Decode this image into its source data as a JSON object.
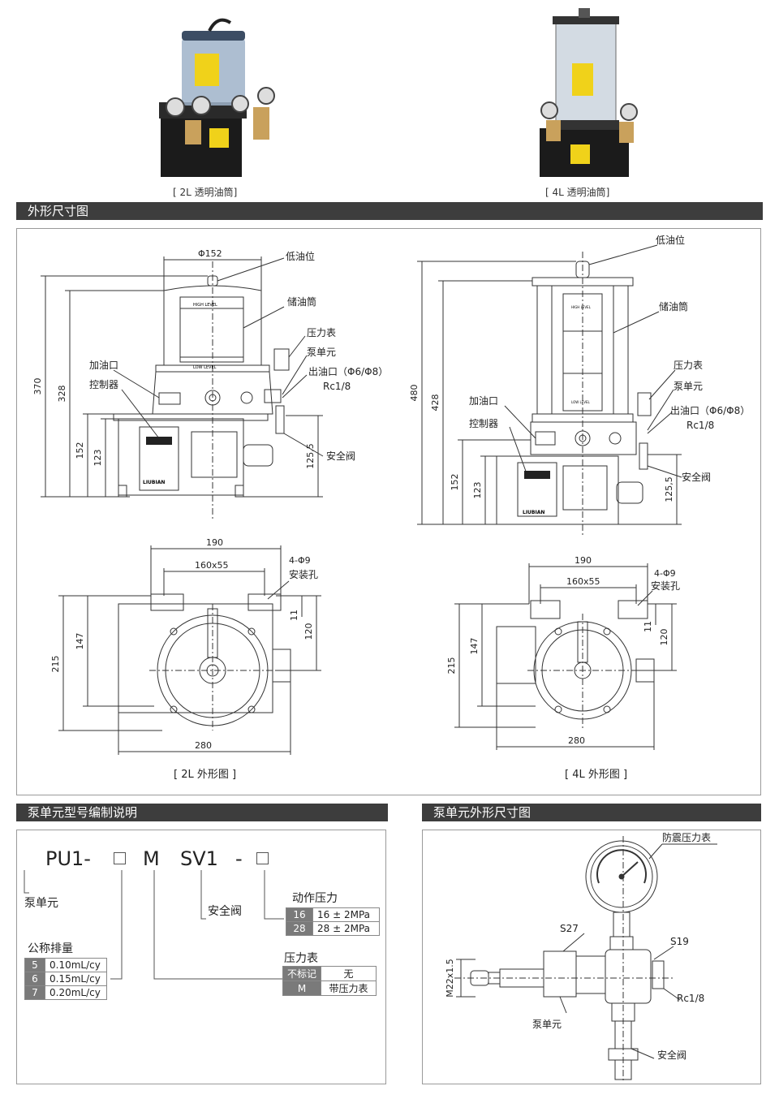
{
  "photos": {
    "left_caption": "[ 2L 透明油筒]",
    "right_caption": "[ 4L 透明油筒]"
  },
  "sections": {
    "dimensions": "外形尺寸图",
    "coding": "泵单元型号编制说明",
    "pump_dims": "泵单元外形尺寸图"
  },
  "front_2l": {
    "d_top": "Φ152",
    "h_total": "370",
    "h_328": "328",
    "h_152": "152",
    "h_123": "123",
    "h_125_5": "125,5",
    "low_level": "低油位",
    "reservoir": "储油筒",
    "gauge": "压力表",
    "pump_unit": "泵单元",
    "outlet": "出油口（Φ6/Φ8）",
    "rc": "Rc1/8",
    "safety": "安全阀",
    "inlet": "加油口",
    "controller": "控制器",
    "high_level_txt": "HIGH LEVEL",
    "low_level_txt": "LOW LEVEL",
    "brand": "LIUBIAN"
  },
  "front_4l": {
    "low_level": "低油位",
    "reservoir": "储油筒",
    "gauge": "压力表",
    "pump_unit": "泵单元",
    "outlet": "出油口（Φ6/Φ8）",
    "rc": "Rc1/8",
    "safety": "安全阀",
    "inlet": "加油口",
    "controller": "控制器",
    "h_total": "480",
    "h_428": "428",
    "h_152": "152",
    "h_123": "123",
    "h_125_5": "125,5",
    "high_level_txt": "HIGH LEVEL",
    "low_level_txt": "LOW LEVEL",
    "brand": "LIUBIAN"
  },
  "top_view": {
    "w190": "190",
    "w160": "160x55",
    "holes": "4-Φ9",
    "holes_label": "安装孔",
    "h11": "11",
    "h120": "120",
    "h147": "147",
    "h215": "215",
    "w280": "280",
    "cap_2l": "[  2L 外形图  ]",
    "cap_4l": "[  4L 外形图  ]"
  },
  "coding": {
    "pu1": "PU1-",
    "m": "M",
    "sv1": "SV1",
    "dash": "-",
    "pump_unit": "泵单元",
    "safety": "安全阀",
    "displacement_title": "公称排量",
    "displacement": [
      {
        "k": "5",
        "v": "0.10mL/cy"
      },
      {
        "k": "6",
        "v": "0.15mL/cy"
      },
      {
        "k": "7",
        "v": "0.20mL/cy"
      }
    ],
    "pressure_title": "动作压力",
    "pressure": [
      {
        "k": "16",
        "v": "16 ± 2MPa"
      },
      {
        "k": "28",
        "v": "28 ± 2MPa"
      }
    ],
    "gauge_title": "压力表",
    "gauge": [
      {
        "k": "不标记",
        "v": "无"
      },
      {
        "k": "M",
        "v": "带压力表"
      }
    ]
  },
  "pump_unit_dims": {
    "gauge": "防震压力表",
    "s27": "S27",
    "s19": "S19",
    "m22": "M22x1.5",
    "rc": "Rc1/8",
    "pump_unit": "泵单元",
    "safety": "安全阀"
  }
}
